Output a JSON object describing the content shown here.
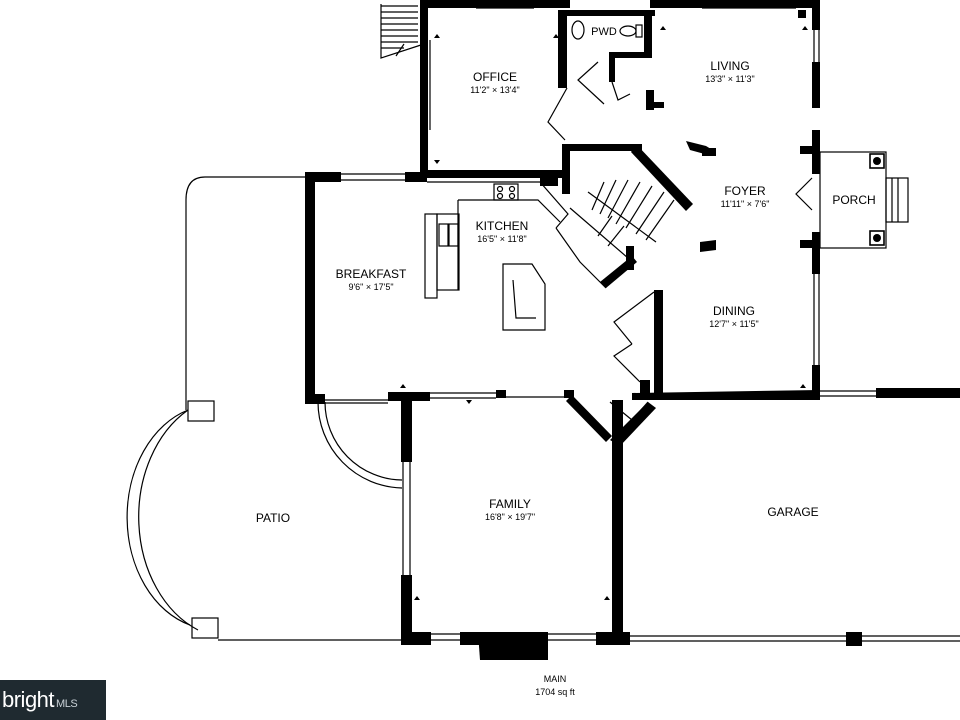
{
  "rooms": {
    "office": {
      "name": "OFFICE",
      "dim": "11'2\" × 13'4\""
    },
    "pwd": {
      "name": "PWD"
    },
    "living": {
      "name": "LIVING",
      "dim": "13'3\" × 11'3\""
    },
    "foyer": {
      "name": "FOYER",
      "dim": "11'11\" × 7'6\""
    },
    "porch": {
      "name": "PORCH"
    },
    "kitchen": {
      "name": "KITCHEN",
      "dim": "16'5\" × 11'8\""
    },
    "breakfast": {
      "name": "BREAKFAST",
      "dim": "9'6\" × 17'5\""
    },
    "dining": {
      "name": "DINING",
      "dim": "12'7\" × 11'5\""
    },
    "family": {
      "name": "FAMILY",
      "dim": "16'8\" × 19'7\""
    },
    "patio": {
      "name": "PATIO"
    },
    "garage": {
      "name": "GARAGE"
    }
  },
  "floor": {
    "name": "MAIN",
    "area": "1704 sq ft"
  },
  "watermark": {
    "brand": "bright",
    "suffix": "MLS"
  }
}
